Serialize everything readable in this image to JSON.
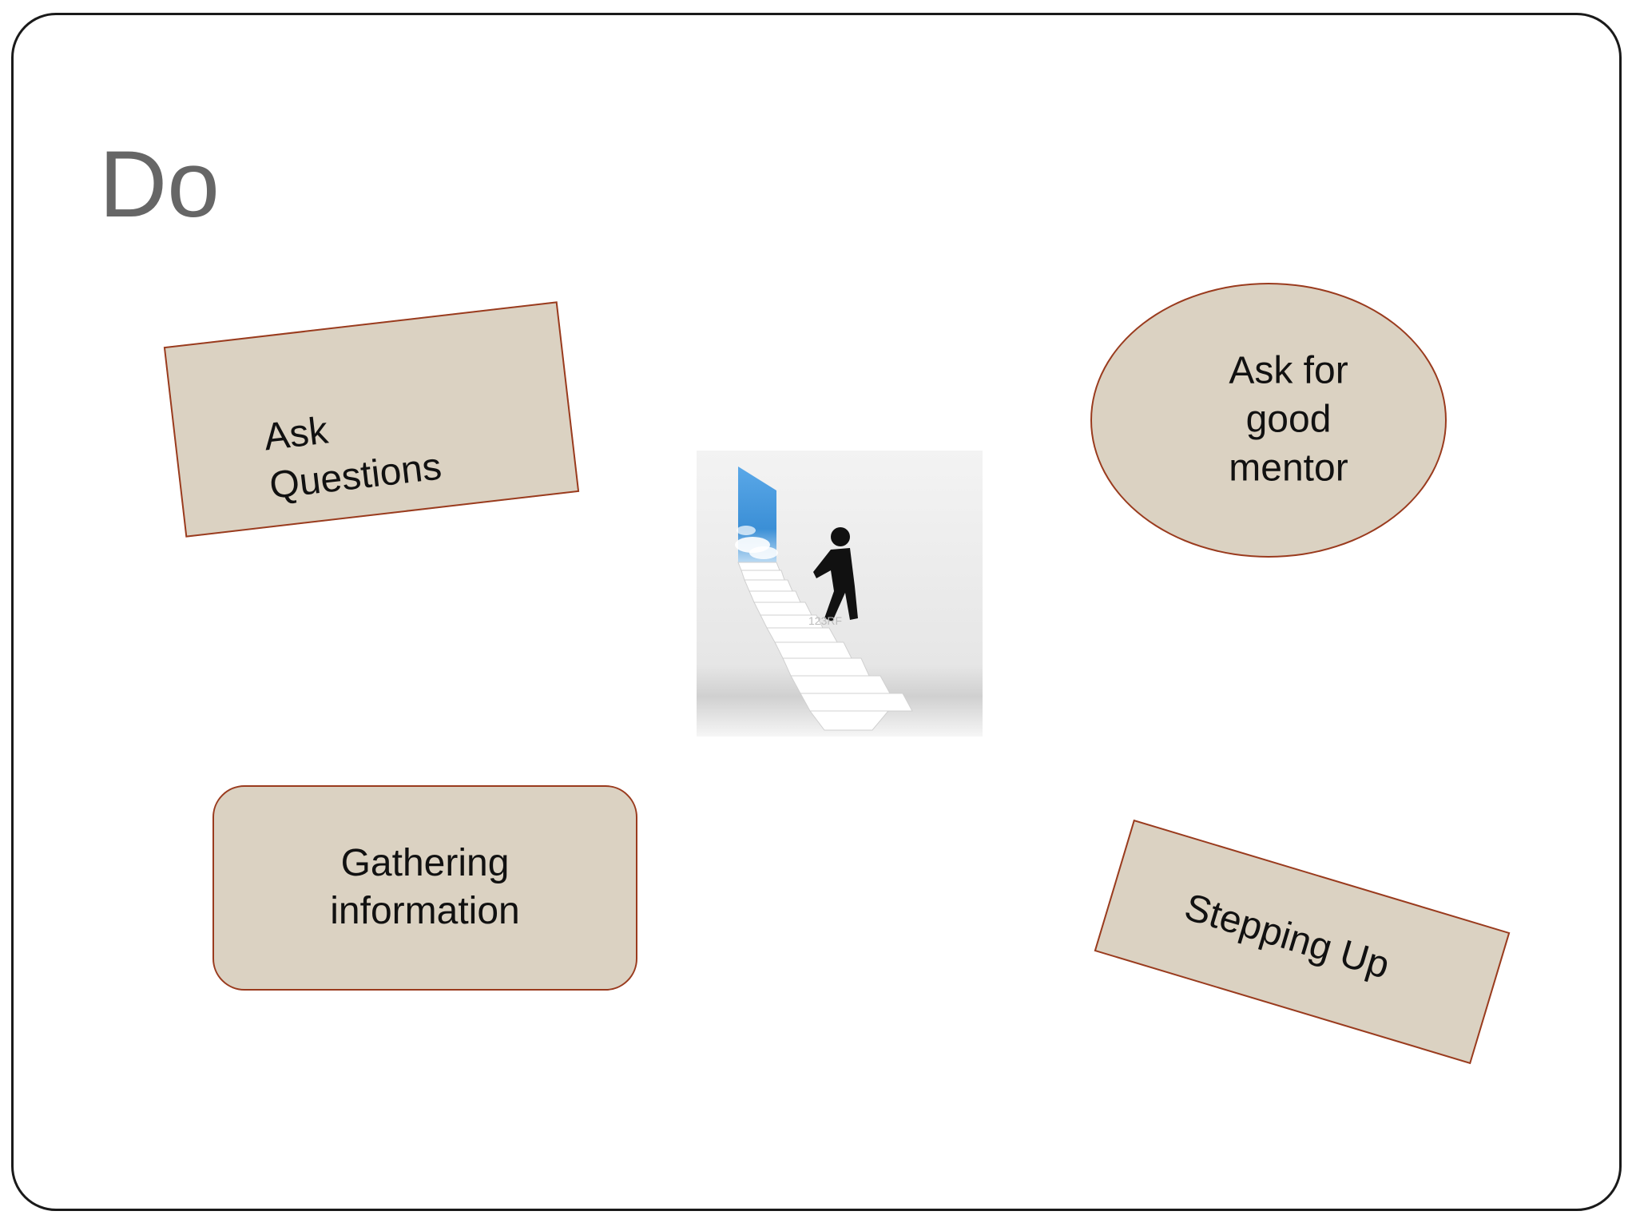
{
  "slide": {
    "title": "Do",
    "shapes": {
      "ask_questions": "Ask\nQuestions",
      "ask_for_good_mentor": "Ask for\ngood\nmentor",
      "gathering_information": "Gathering\ninformation",
      "stepping_up": "Stepping Up"
    },
    "image": {
      "icon": "person-climbing-stairs-icon",
      "watermark": "123RF"
    }
  },
  "colors": {
    "shape_fill": "#dbd2c2",
    "shape_border": "#9a3b1e",
    "title": "#666666"
  }
}
